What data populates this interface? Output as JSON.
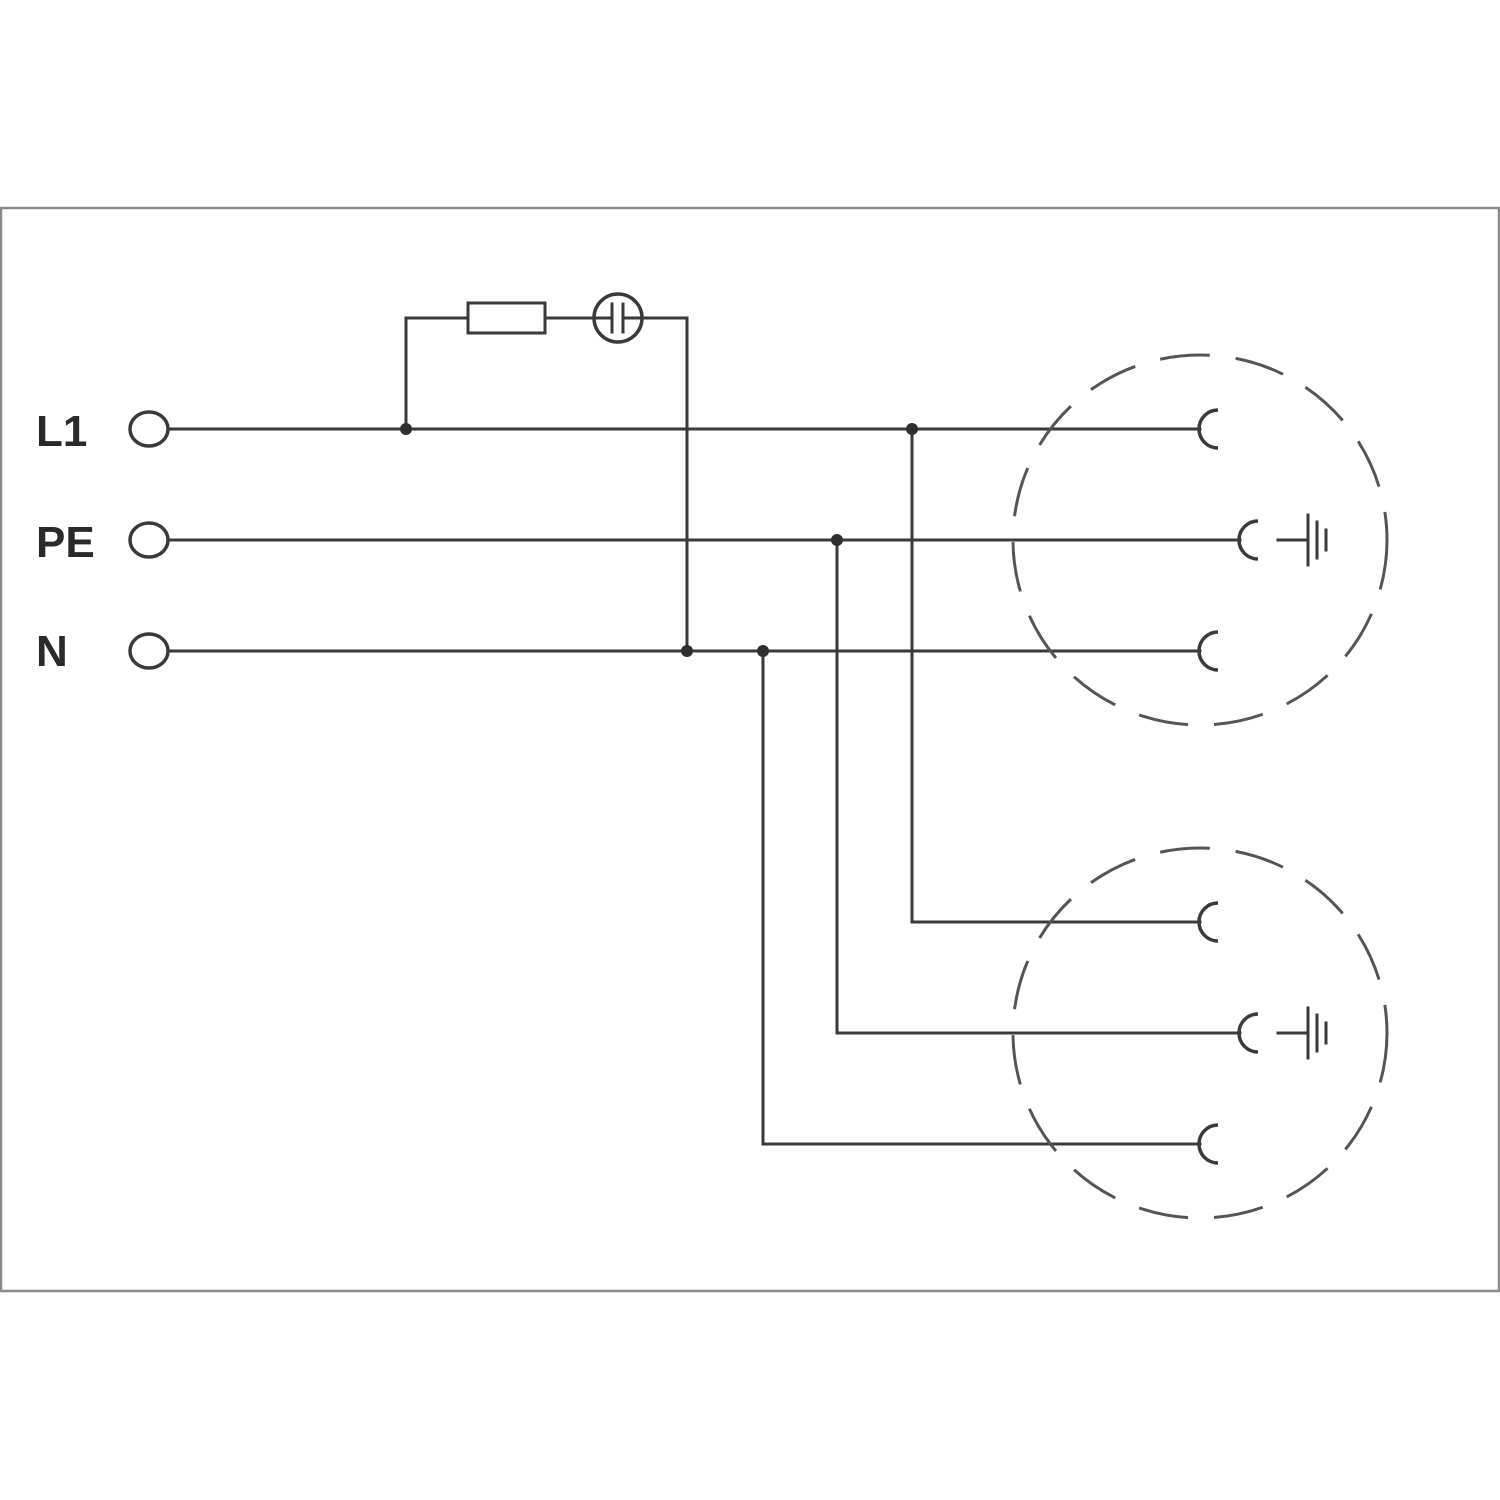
{
  "terminals": [
    {
      "id": "L1",
      "label": "L1"
    },
    {
      "id": "PE",
      "label": "PE"
    },
    {
      "id": "N",
      "label": "N"
    }
  ],
  "components": {
    "resistor": "resistor",
    "indicator": "glow-lamp",
    "outlets": [
      "socket-outlet-1",
      "socket-outlet-2"
    ],
    "earth_symbol": "protective-earth"
  },
  "colors": {
    "line": "#3a3a3a",
    "frame": "#8a8a8a",
    "text": "#2a2a2a"
  }
}
